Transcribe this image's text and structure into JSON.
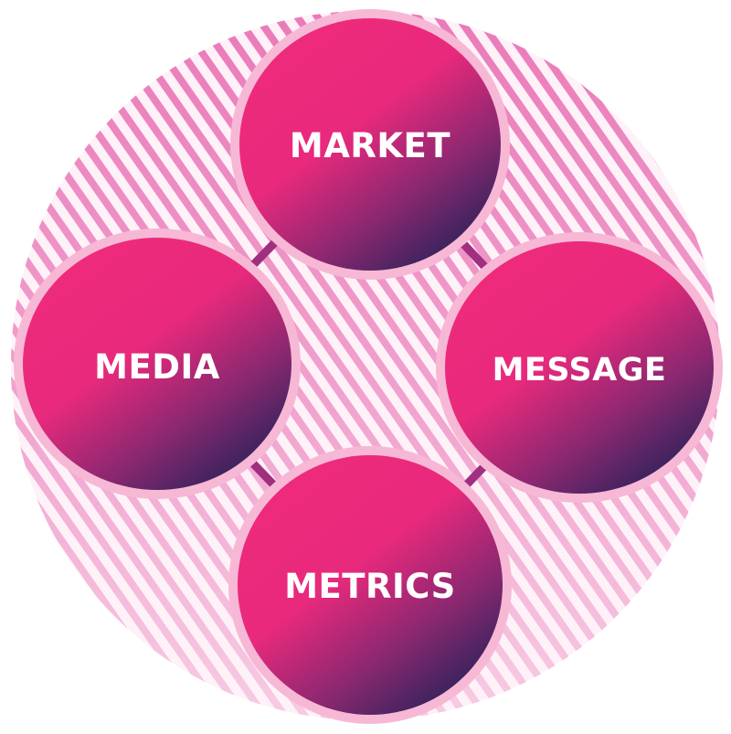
{
  "diagram": {
    "nodes": [
      {
        "id": "market",
        "label": "MARKET"
      },
      {
        "id": "media",
        "label": "MEDIA"
      },
      {
        "id": "message",
        "label": "MESSAGE"
      },
      {
        "id": "metrics",
        "label": "METRICS"
      }
    ],
    "connections": [
      {
        "from": "market",
        "to": "message"
      },
      {
        "from": "message",
        "to": "metrics"
      },
      {
        "from": "metrics",
        "to": "media"
      },
      {
        "from": "media",
        "to": "market"
      }
    ],
    "colors": {
      "background_stripe": "#e05aa8",
      "background_fill": "#fbe3ef",
      "ring": "#f7b8d6",
      "node_top": "#ee2a7b",
      "node_bottom": "#2a2259",
      "connector": "#a0307f"
    }
  }
}
